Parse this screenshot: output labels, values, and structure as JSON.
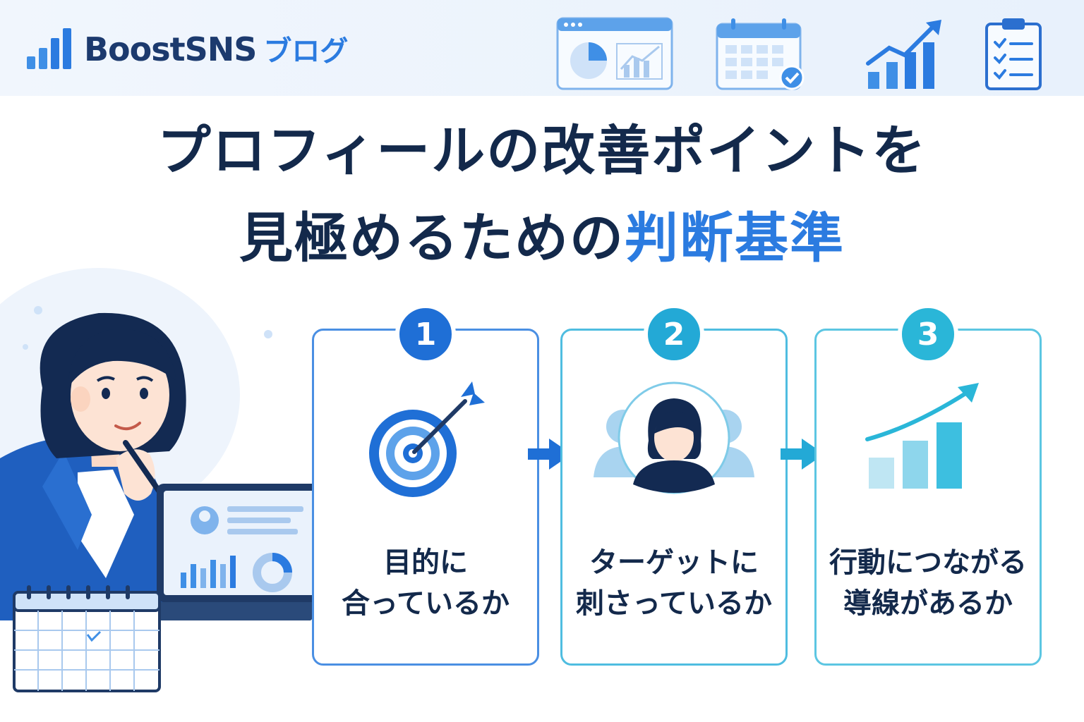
{
  "header": {
    "brand_name": "BoostSNS",
    "brand_sub": "ブログ",
    "icons": [
      "dashboard-chart-icon",
      "calendar-check-icon",
      "growth-chart-icon",
      "checklist-icon"
    ]
  },
  "title": {
    "line1": "プロフィールの改善ポイントを",
    "line2_main": "見極めるための",
    "line2_accent": "判断基準"
  },
  "cards": [
    {
      "number": "1",
      "line1": "目的に",
      "line2": "合っているか",
      "icon": "target-icon",
      "color": "#1f6fd6"
    },
    {
      "number": "2",
      "line1": "ターゲットに",
      "line2": "刺さっているか",
      "icon": "audience-icon",
      "color": "#23a9d6"
    },
    {
      "number": "3",
      "line1": "行動につながる",
      "line2": "導線があるか",
      "icon": "growth-bars-icon",
      "color": "#2ab6d8"
    }
  ],
  "colors": {
    "navy": "#13294b",
    "accent": "#2b7be0",
    "card1": "#1f6fd6",
    "card2": "#23a9d6",
    "card3": "#2ab6d8"
  }
}
